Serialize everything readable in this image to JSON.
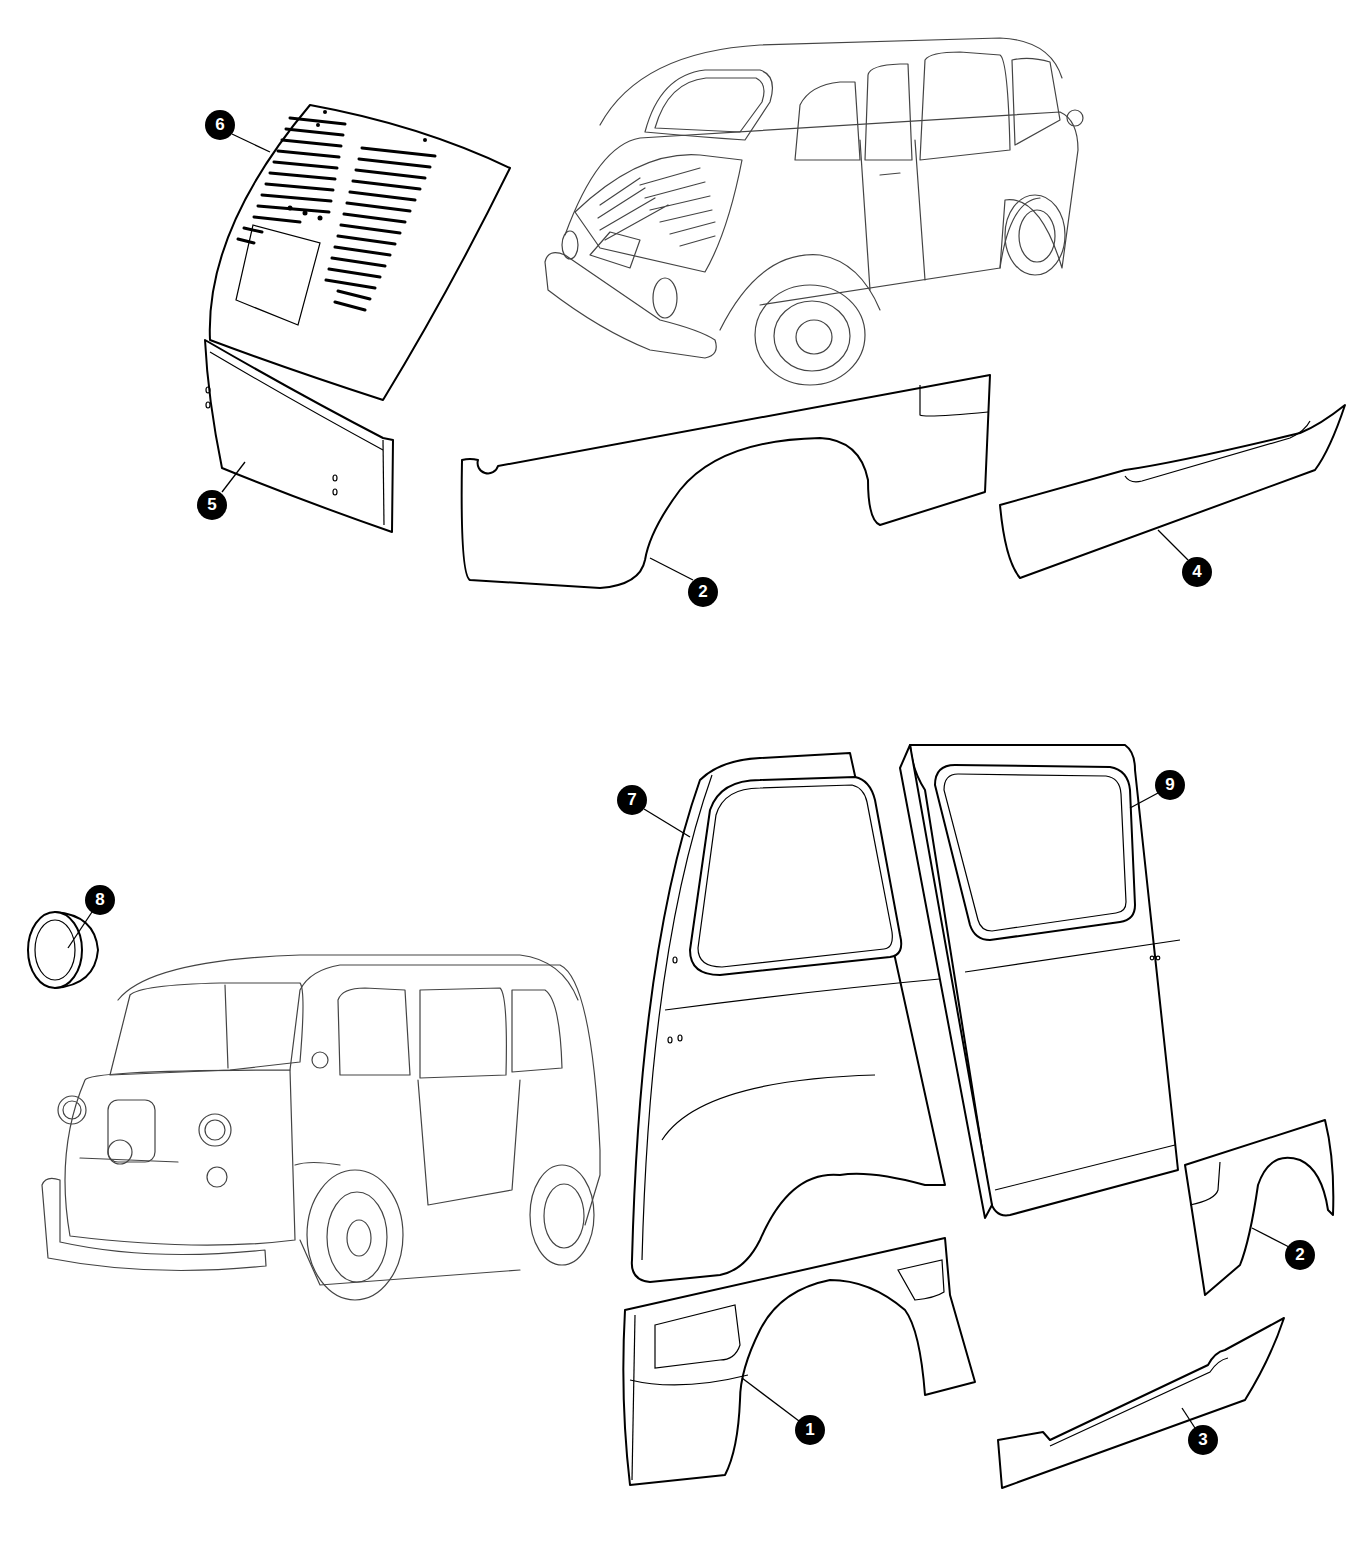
{
  "diagram": {
    "labels": [
      "6",
      "5",
      "2",
      "4",
      "7",
      "9",
      "8",
      "2",
      "1",
      "3"
    ]
  }
}
